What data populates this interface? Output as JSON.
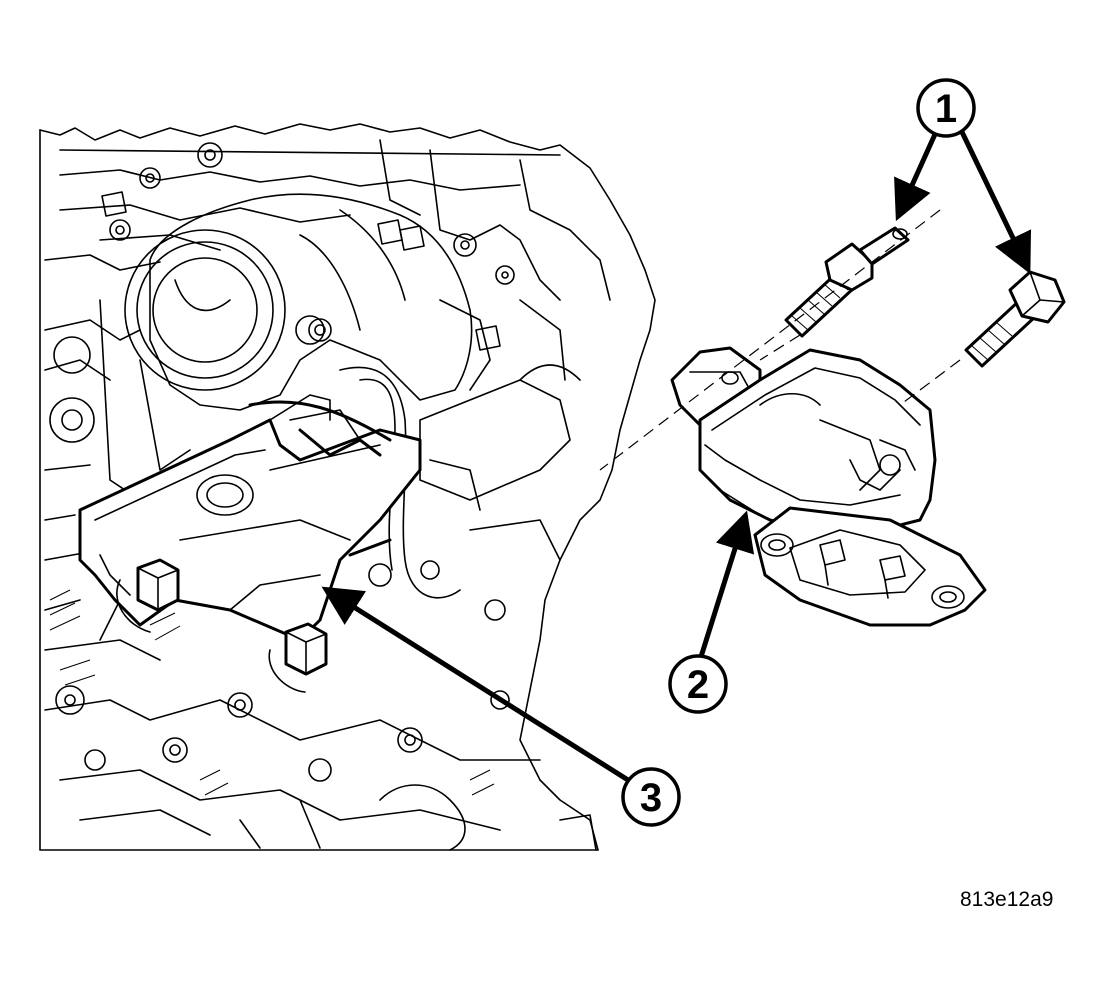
{
  "callouts": [
    {
      "id": "1",
      "label": "1"
    },
    {
      "id": "2",
      "label": "2"
    },
    {
      "id": "3",
      "label": "3"
    }
  ],
  "figure_code": "813e12a9",
  "colors": {
    "ink": "#000000",
    "paper": "#ffffff"
  }
}
